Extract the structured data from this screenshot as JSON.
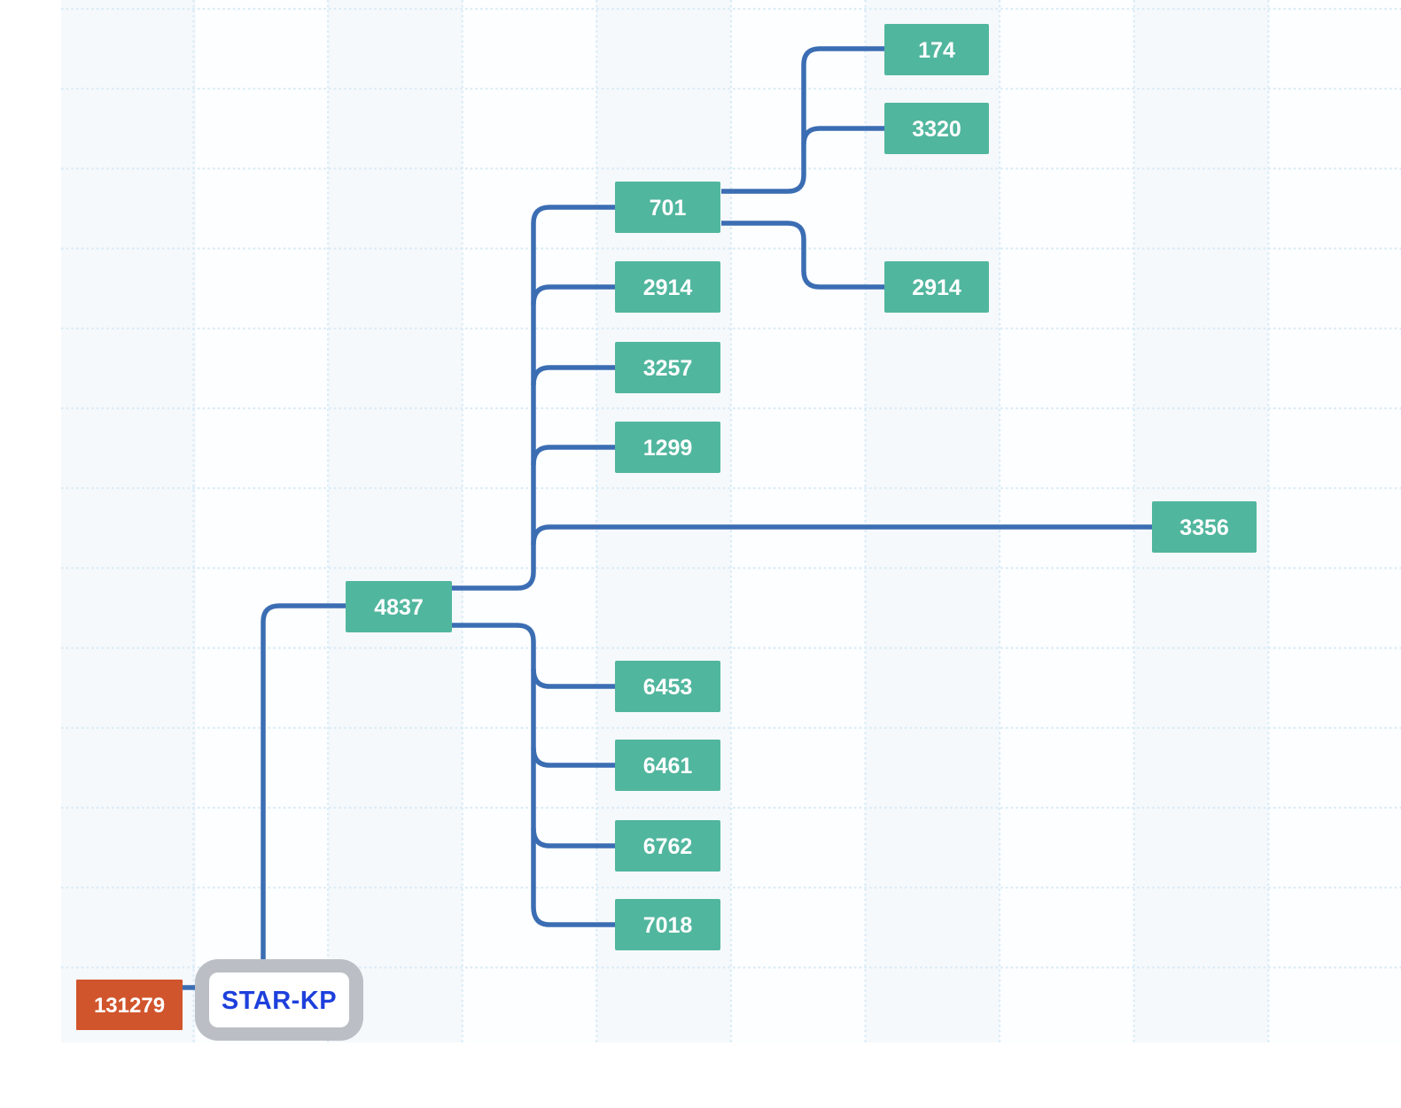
{
  "diagram": {
    "colors": {
      "node_fill": "#51b69e",
      "node_text": "#ffffff",
      "link": "#3b6db3",
      "badge_fill": "#d1552c",
      "root_border": "#bbbfc5",
      "root_fill": "#ffffff",
      "root_text": "#1d40dc",
      "canvas_base": "#fdfeff",
      "canvas_tint": "#f6f9fc",
      "grid_dot": "#d9ebf6"
    },
    "root": {
      "label": "STAR-KP"
    },
    "badge": {
      "label": "131279"
    },
    "nodes": [
      {
        "label": "4837"
      },
      {
        "label": "701"
      },
      {
        "label": "2914"
      },
      {
        "label": "3257"
      },
      {
        "label": "1299"
      },
      {
        "label": "3356"
      },
      {
        "label": "6453"
      },
      {
        "label": "6461"
      },
      {
        "label": "6762"
      },
      {
        "label": "7018"
      },
      {
        "label": "174"
      },
      {
        "label": "3320"
      },
      {
        "label": "2914"
      }
    ],
    "edges": [
      [
        "STAR-KP",
        "131279"
      ],
      [
        "STAR-KP",
        "4837"
      ],
      [
        "4837",
        "701"
      ],
      [
        "4837",
        "2914"
      ],
      [
        "4837",
        "3257"
      ],
      [
        "4837",
        "1299"
      ],
      [
        "4837",
        "3356"
      ],
      [
        "4837",
        "6453"
      ],
      [
        "4837",
        "6461"
      ],
      [
        "4837",
        "6762"
      ],
      [
        "4837",
        "7018"
      ],
      [
        "701",
        "174"
      ],
      [
        "701",
        "3320"
      ],
      [
        "701",
        "2914"
      ]
    ]
  }
}
